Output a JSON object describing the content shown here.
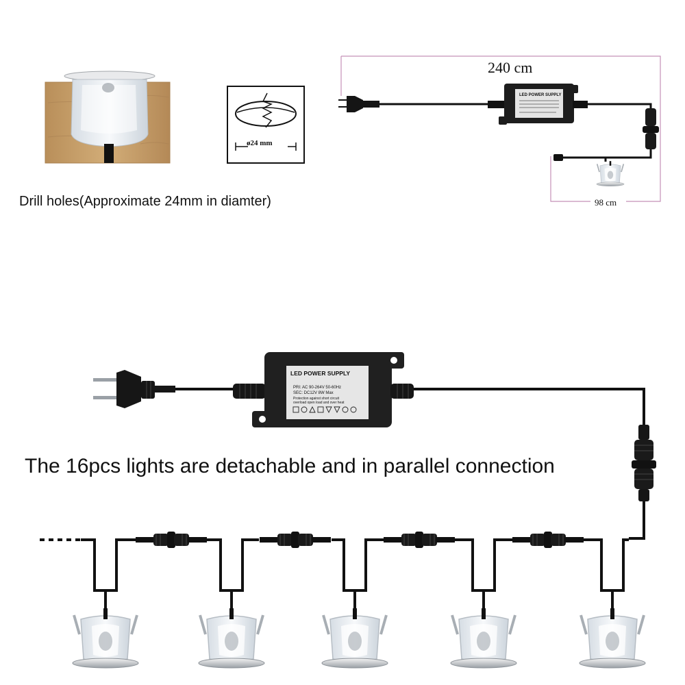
{
  "captions": {
    "drill_holes": "Drill holes(Approximate 24mm in diamter)",
    "parallel": "The 16pcs lights are detachable and in parallel connection"
  },
  "dimensions": {
    "total_cable": "240 cm",
    "light_cable": "98 cm",
    "hole_diameter": "ø24 mm"
  },
  "power_supply": {
    "title": "LED POWER SUPPLY",
    "line_pri": "PRI: AC 90-264V  50-60Hz",
    "line_sec": "SEC: DC12V        8W Max",
    "line_prot1": "Protection against short circuit",
    "line_prot2": "overload open load and over heat"
  },
  "colors": {
    "cable": "#111111",
    "wood": "#c9a36c",
    "dimension_line": "#c490b8",
    "label_plate": "#e6e6e6"
  }
}
